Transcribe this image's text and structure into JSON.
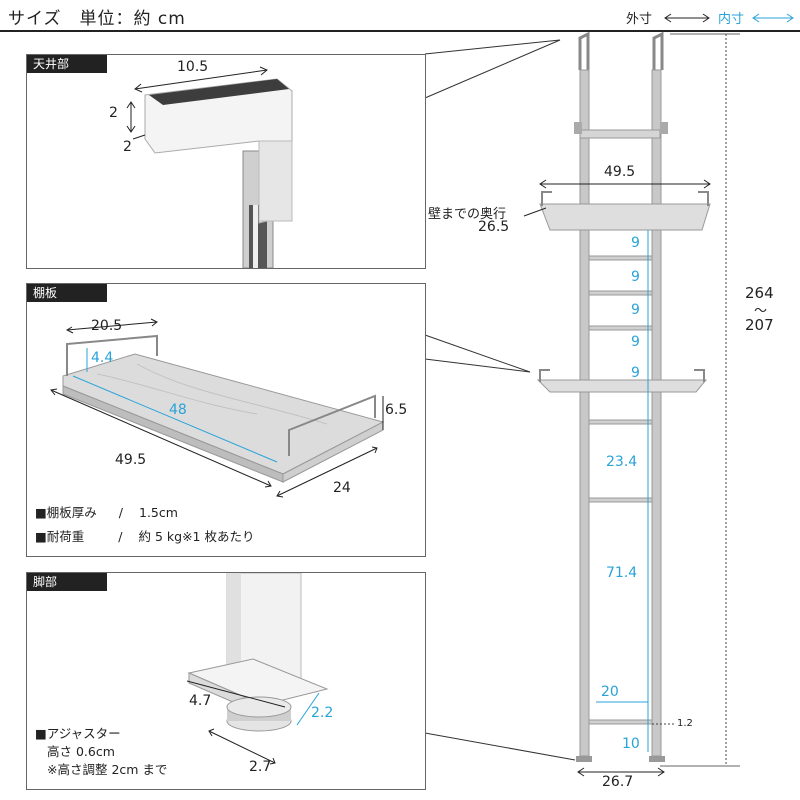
{
  "header": {
    "title": "サイズ　単位：約 cm",
    "legend_outer": "外寸",
    "legend_inner": "内寸"
  },
  "panels": {
    "ceiling": {
      "tag": "天井部",
      "dims": {
        "width": "10.5",
        "height": "2",
        "depth": "2"
      }
    },
    "shelf": {
      "tag": "棚板",
      "dims": {
        "side_width": "20.5",
        "guard_height": "4.4",
        "inner_length": "48",
        "outer_length": "49.5",
        "depth": "24",
        "height": "6.5"
      },
      "specs": [
        {
          "label": "■棚板厚み",
          "sep": "/",
          "value": "1.5cm"
        },
        {
          "label": "■耐荷重",
          "sep": "/",
          "value": "約 5 kg※1 枚あたり"
        }
      ]
    },
    "foot": {
      "tag": "脚部",
      "dims": {
        "width": "4.7",
        "inner": "2.2",
        "depth": "2.7"
      },
      "notes": [
        "■アジャスター",
        "高さ 0.6cm",
        "※高さ調整 2cm まで"
      ]
    }
  },
  "main": {
    "shelf_width": "49.5",
    "wall_depth_label": "壁までの奥行",
    "wall_depth_value": "26.5",
    "total_height_max": "264",
    "total_height_sep": "〜",
    "total_height_min": "207",
    "base_width": "26.7",
    "spacings": [
      "9",
      "9",
      "9",
      "9",
      "9",
      "23.4",
      "71.4",
      "20",
      "10"
    ],
    "small_gap": "1.2"
  },
  "colors": {
    "accent_blue": "#29a3d8",
    "frame_gray": "#8c8c8c",
    "marble": "#d9d9d9"
  }
}
